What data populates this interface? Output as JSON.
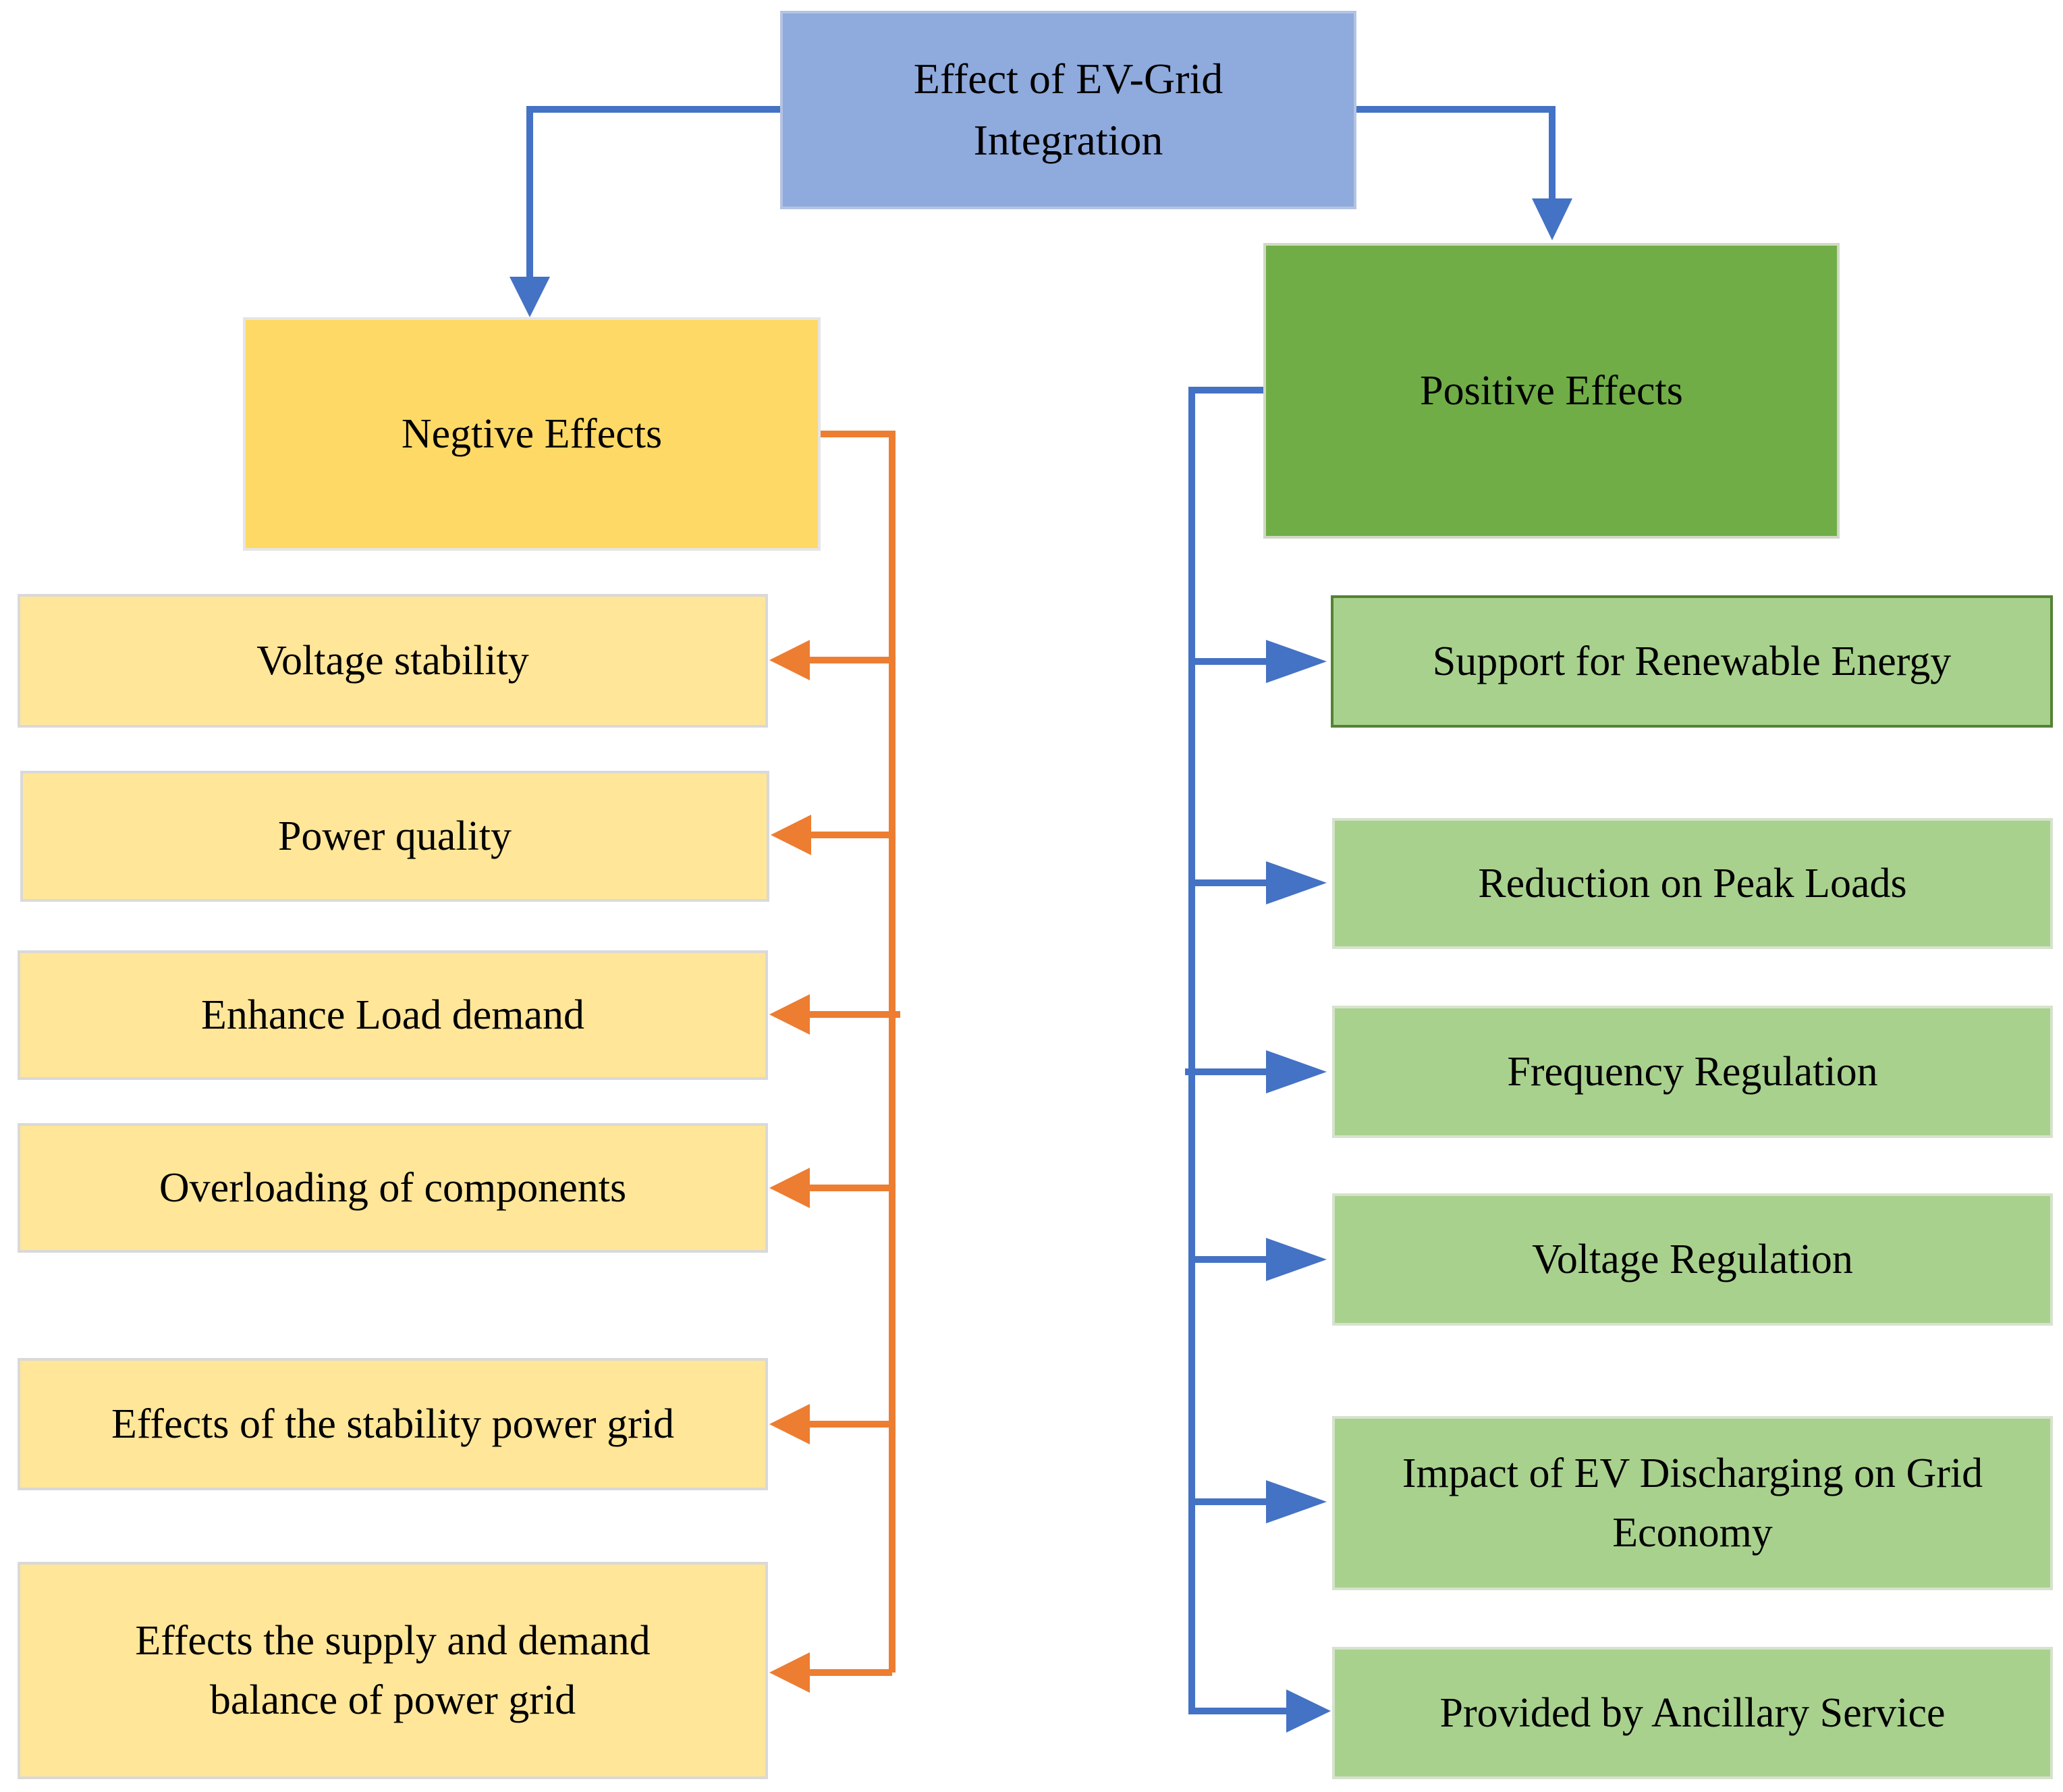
{
  "root": {
    "label": "Effect of EV-Grid\nIntegration"
  },
  "negative": {
    "label": "Negtive Effects",
    "items": [
      "Voltage stability",
      "Power quality",
      "Enhance Load demand",
      "Overloading of components",
      "Effects of the stability power grid",
      "Effects the supply and demand\nbalance of power grid"
    ]
  },
  "positive": {
    "label": "Positive Effects",
    "items": [
      "Support for Renewable Energy",
      "Reduction on Peak Loads",
      "Frequency Regulation",
      "Voltage Regulation",
      "Impact of EV Discharging on Grid\nEconomy",
      "Provided by Ancillary Service"
    ]
  },
  "colors": {
    "root_fill": "#8faadc",
    "negative_head_fill": "#ffd966",
    "negative_item_fill": "#ffe699",
    "positive_head_fill": "#70ad47",
    "positive_item_fill": "#a9d18e",
    "negative_connector": "#ed7d31",
    "positive_connector": "#4472c4"
  }
}
